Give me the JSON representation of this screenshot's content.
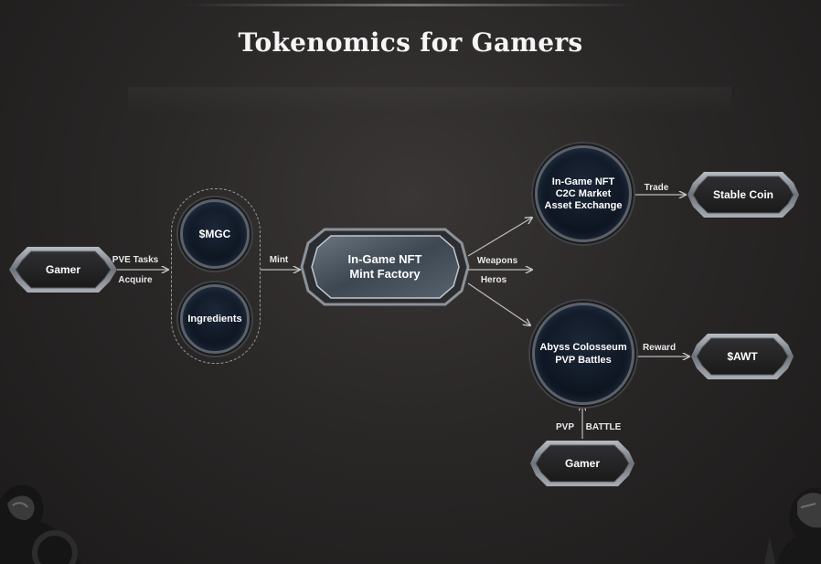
{
  "title": "Tokenomics for Gamers",
  "nodes": {
    "gamer_left": "Gamer",
    "mgc": "$MGC",
    "ingredients": "Ingredients",
    "mint_factory_line1": "In-Game NFT",
    "mint_factory_line2": "Mint Factory",
    "exchange_line1": "In-Game NFT",
    "exchange_line2": "C2C Market",
    "exchange_line3": "Asset Exchange",
    "stable_coin": "Stable Coin",
    "colosseum_line1": "Abyss Colosseum",
    "colosseum_line2": "PVP Battles",
    "awt": "$AWT",
    "gamer_bottom": "Gamer"
  },
  "edges": {
    "pve_tasks": "PVE Tasks",
    "acquire": "Acquire",
    "mint": "Mint",
    "weapons": "Weapons",
    "heros": "Heros",
    "trade": "Trade",
    "reward": "Reward",
    "pvp": "PVP",
    "battle": "BATTLE"
  },
  "colors": {
    "background": "#2a2727",
    "circle_fill": "#0d141f",
    "frame_metal": "#8a8f96",
    "arrow": "#bdbdbd"
  }
}
